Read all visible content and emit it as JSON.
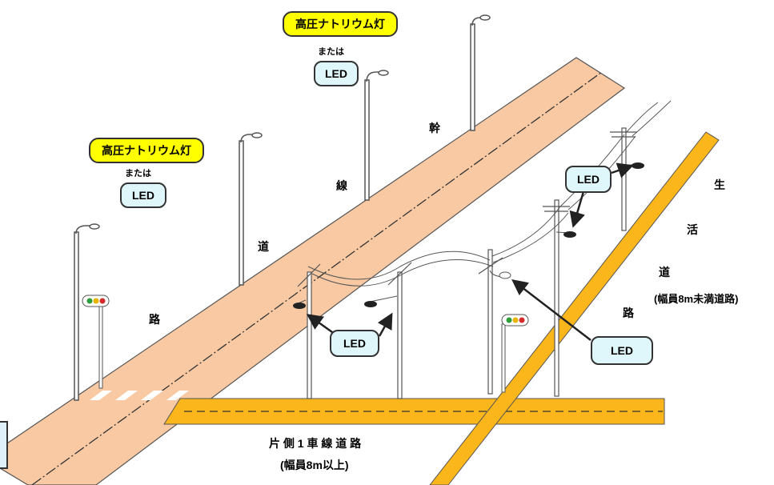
{
  "labels": {
    "hps_top": "高圧ナトリウム灯",
    "or_top": "または",
    "led_top": "LED",
    "hps_left": "高圧ナトリウム灯",
    "or_left": "または",
    "led_left": "LED",
    "led_mid": "LED",
    "led_right_upper": "LED",
    "led_right_lower": "LED",
    "trunk_road_chars": [
      "幹",
      "線",
      "道",
      "路"
    ],
    "life_road_chars": [
      "生",
      "活",
      "道",
      "路"
    ],
    "life_road_width": "(幅員8m未満道路)",
    "one_lane_road": "片 側 1 車 線 道 路",
    "one_lane_width": "(幅員8m以上)"
  },
  "colors": {
    "trunk_road": "#f8c9a3",
    "life_road": "#fbb61c",
    "led_box": "#dff6fb",
    "hps_box": "#ffff00"
  }
}
